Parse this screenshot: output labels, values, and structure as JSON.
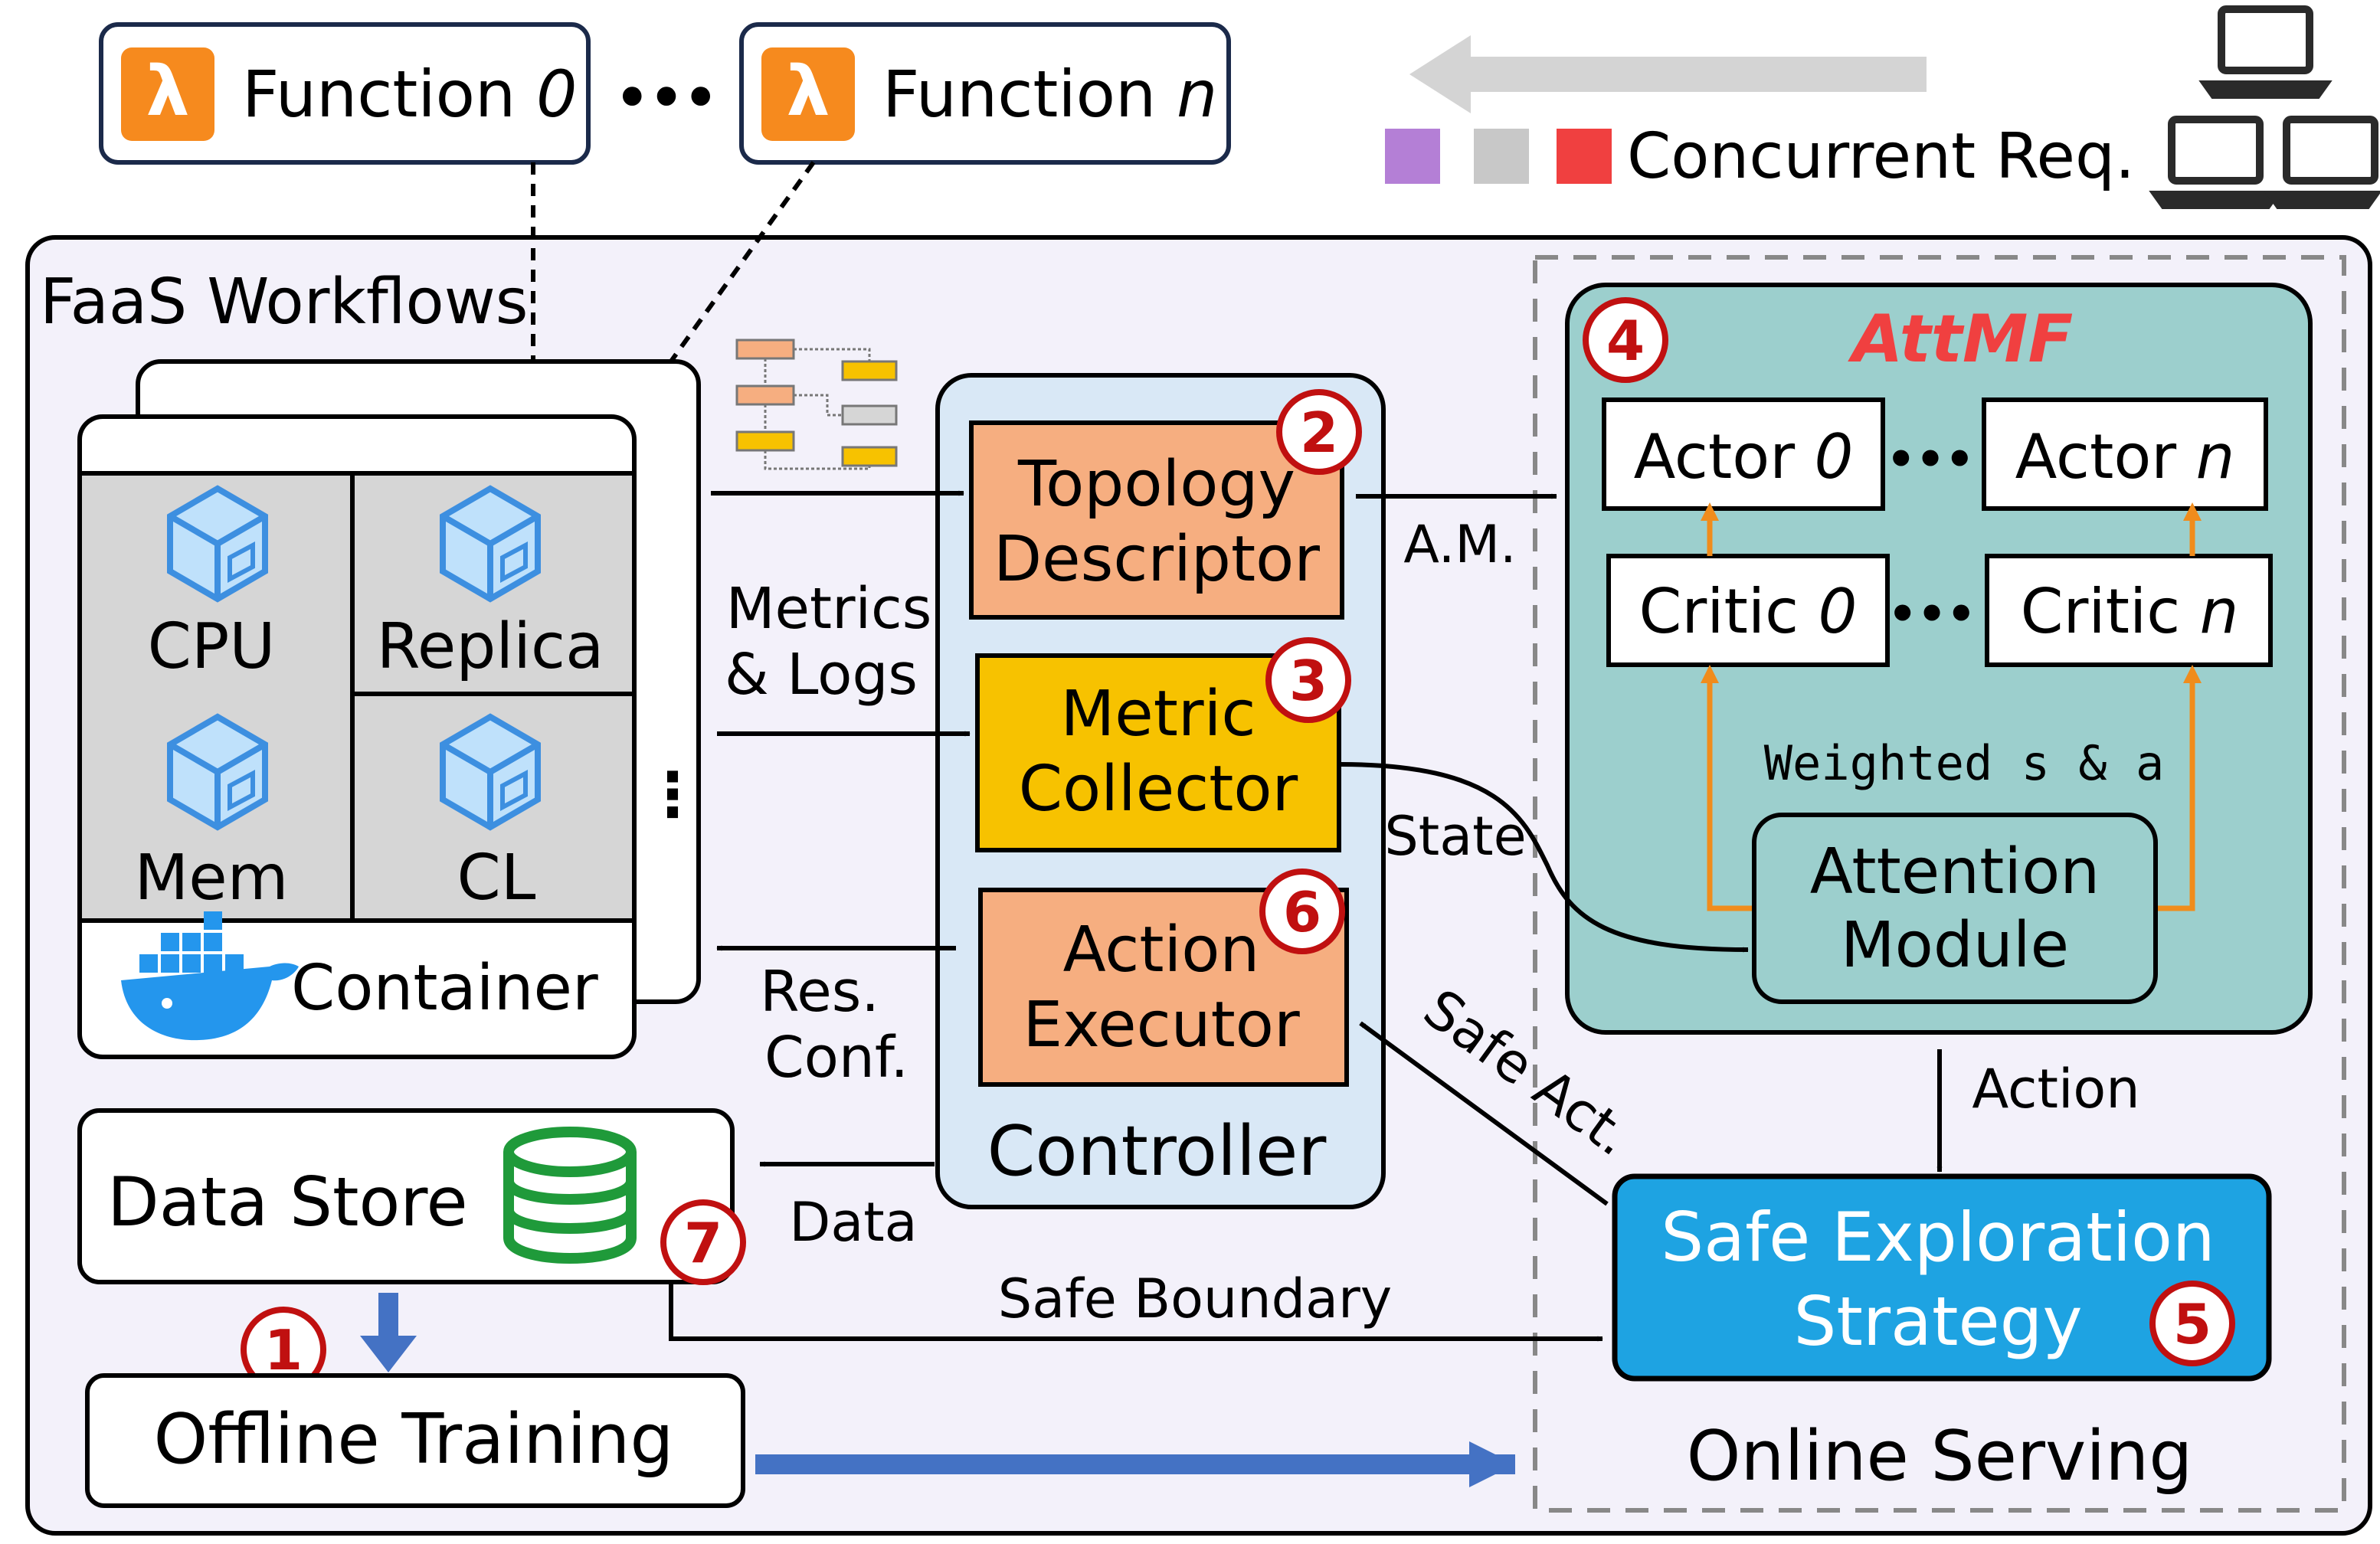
{
  "functions": [
    {
      "prefix": "Function ",
      "index": "0"
    },
    {
      "prefix": "Function ",
      "index": "n"
    }
  ],
  "ellipsis": "•••",
  "requests": {
    "label": "Concurrent Req.",
    "colors": [
      "#b47fd6",
      "#c8c8c8",
      "#f04040"
    ]
  },
  "workflow": {
    "title": "FaaS Workflows",
    "cells": [
      "CPU",
      "Replica",
      "Mem",
      "CL"
    ],
    "container_label": "Container",
    "more": "⋮"
  },
  "controller": {
    "label": "Controller",
    "topology": {
      "line1": "Topology",
      "line2": "Descriptor",
      "badge": "2"
    },
    "collector": {
      "line1": "Metric",
      "line2": "Collector",
      "badge": "3"
    },
    "executor": {
      "line1": "Action",
      "line2": "Executor",
      "badge": "6"
    }
  },
  "edges": {
    "metrics_line1": "Metrics",
    "metrics_line2": "& Logs",
    "am": "A.M.",
    "state": "State",
    "res_line1": "Res.",
    "res_line2": "Conf.",
    "data": "Data",
    "safe_act": "Safe Act.",
    "action": "Action",
    "safe_boundary": "Safe Boundary",
    "weighted": "Weighted s & a"
  },
  "attmf": {
    "title": "AttMF",
    "badge": "4",
    "actors": [
      {
        "prefix": "Actor ",
        "index": "0"
      },
      {
        "prefix": "Actor ",
        "index": "n"
      }
    ],
    "critics": [
      {
        "prefix": "Critic ",
        "index": "0"
      },
      {
        "prefix": "Critic ",
        "index": "n"
      }
    ],
    "attention_line1": "Attention",
    "attention_line2": "Module"
  },
  "safe_strategy": {
    "line1": "Safe Exploration",
    "line2": "Strategy",
    "badge": "5"
  },
  "online_serving": "Online Serving",
  "data_store": {
    "label": "Data Store",
    "badge": "7"
  },
  "offline_training": {
    "label": "Offline Training",
    "badge": "1"
  },
  "colors": {
    "orange_box": "#f6ae80",
    "yellow_box": "#f7c200",
    "attmf_bg": "#9ccfcd",
    "safe_blue": "#1ea3e2",
    "controller_bg": "#d9e8f6",
    "frame_bg": "#f3f1fa",
    "badge_red": "#c01010",
    "arrow_orange": "#f08c1c",
    "arrow_blue": "#4472c4",
    "lambda_orange": "#f68a1e"
  }
}
